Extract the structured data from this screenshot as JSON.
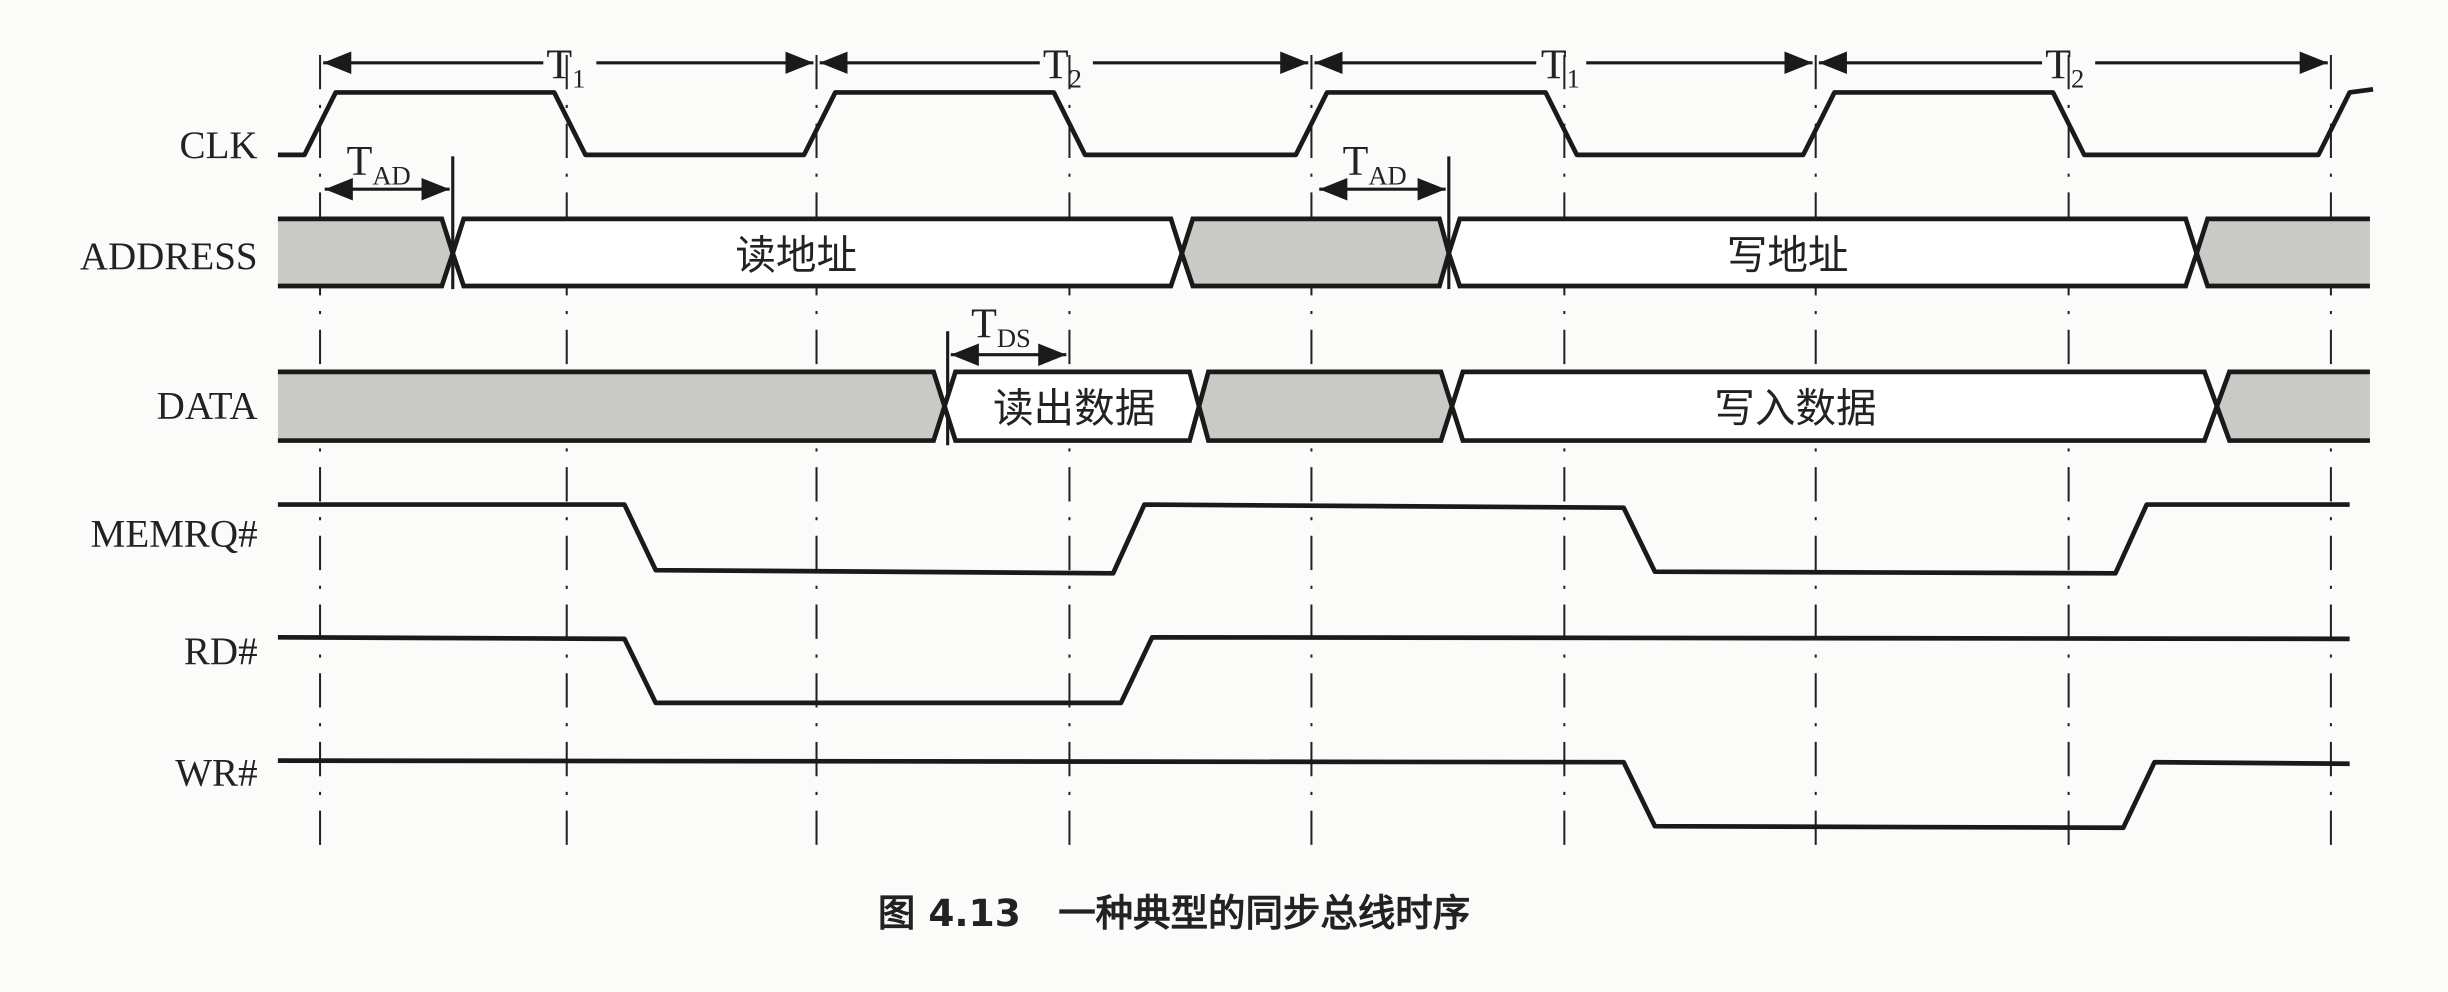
{
  "signals": {
    "clk": "CLK",
    "address": "ADDRESS",
    "data": "DATA",
    "memrq": "MEMRQ#",
    "rd": "RD#",
    "wr": "WR#"
  },
  "periods": [
    {
      "main": "T",
      "sub": "1"
    },
    {
      "main": "T",
      "sub": "2"
    },
    {
      "main": "T",
      "sub": "1"
    },
    {
      "main": "T",
      "sub": "2"
    }
  ],
  "delays": {
    "tad": {
      "main": "T",
      "sub": "AD"
    },
    "tds": {
      "main": "T",
      "sub": "DS"
    }
  },
  "bus_labels": {
    "read_address": "读地址",
    "write_address": "写地址",
    "read_data": "读出数据",
    "write_data": "写入数据"
  },
  "caption": "图 4.13　一种典型的同步总线时序"
}
